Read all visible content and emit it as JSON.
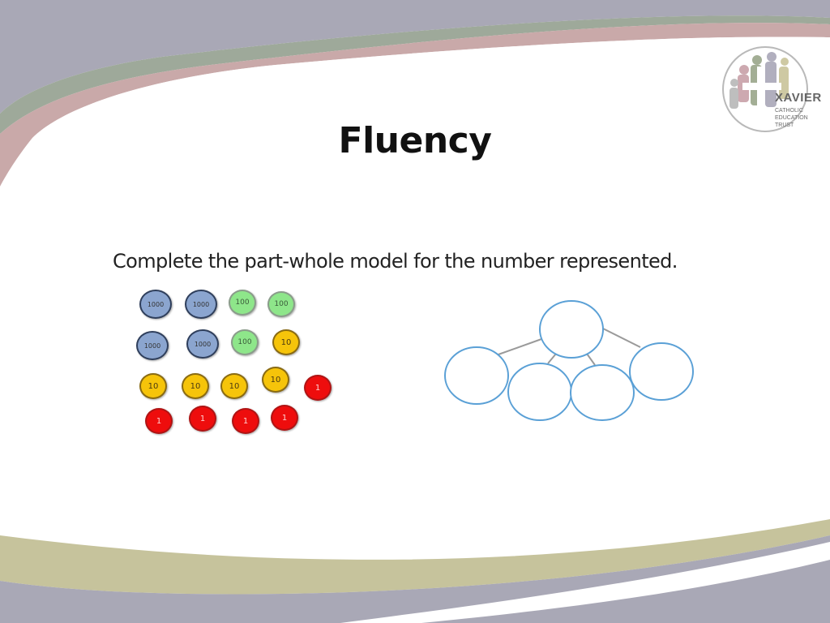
{
  "slide": {
    "title": "Fluency",
    "instruction": "Complete the part-whole model for the number represented."
  },
  "logo": {
    "name": "XAVIER",
    "subtitle": "CATHOLIC EDUCATION TRUST"
  },
  "counters": {
    "thousands": {
      "label": "1000",
      "count": 4
    },
    "hundreds": {
      "label": "100",
      "count": 3
    },
    "tens": {
      "label": "10",
      "count": 5
    },
    "ones": {
      "label": "1",
      "count": 5
    }
  },
  "part_whole_model": {
    "whole_count": 1,
    "part_count": 4
  },
  "colors": {
    "band_grey": "#a9a8b6",
    "band_green": "#9ea99a",
    "band_pink": "#c9a9a9",
    "band_olive": "#c6c39c",
    "model_stroke": "#5aa0d6",
    "connector": "#9a9a9a",
    "counter_1000": "#8ba5cf",
    "counter_100": "#8ee68a",
    "counter_10": "#f6c40a",
    "counter_1": "#ee0d0d"
  }
}
